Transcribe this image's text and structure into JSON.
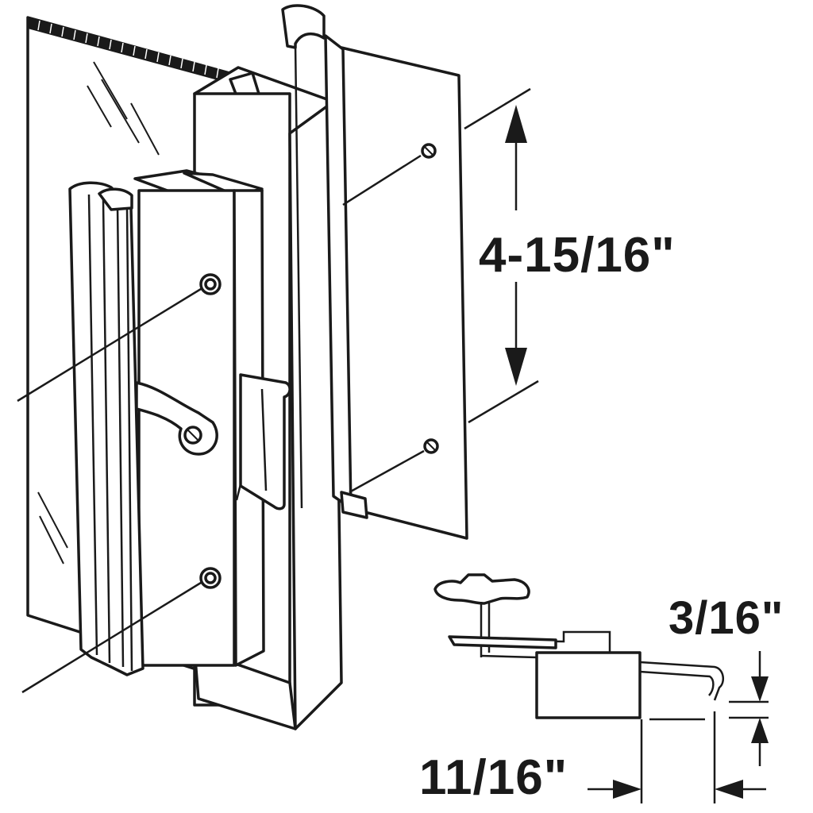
{
  "dimensions": {
    "hole_spacing": "4-15/16\"",
    "latch_offset": "3/16\"",
    "latch_depth": "11/16\""
  },
  "colors": {
    "line": "#1a1a1a",
    "background": "#ffffff"
  }
}
